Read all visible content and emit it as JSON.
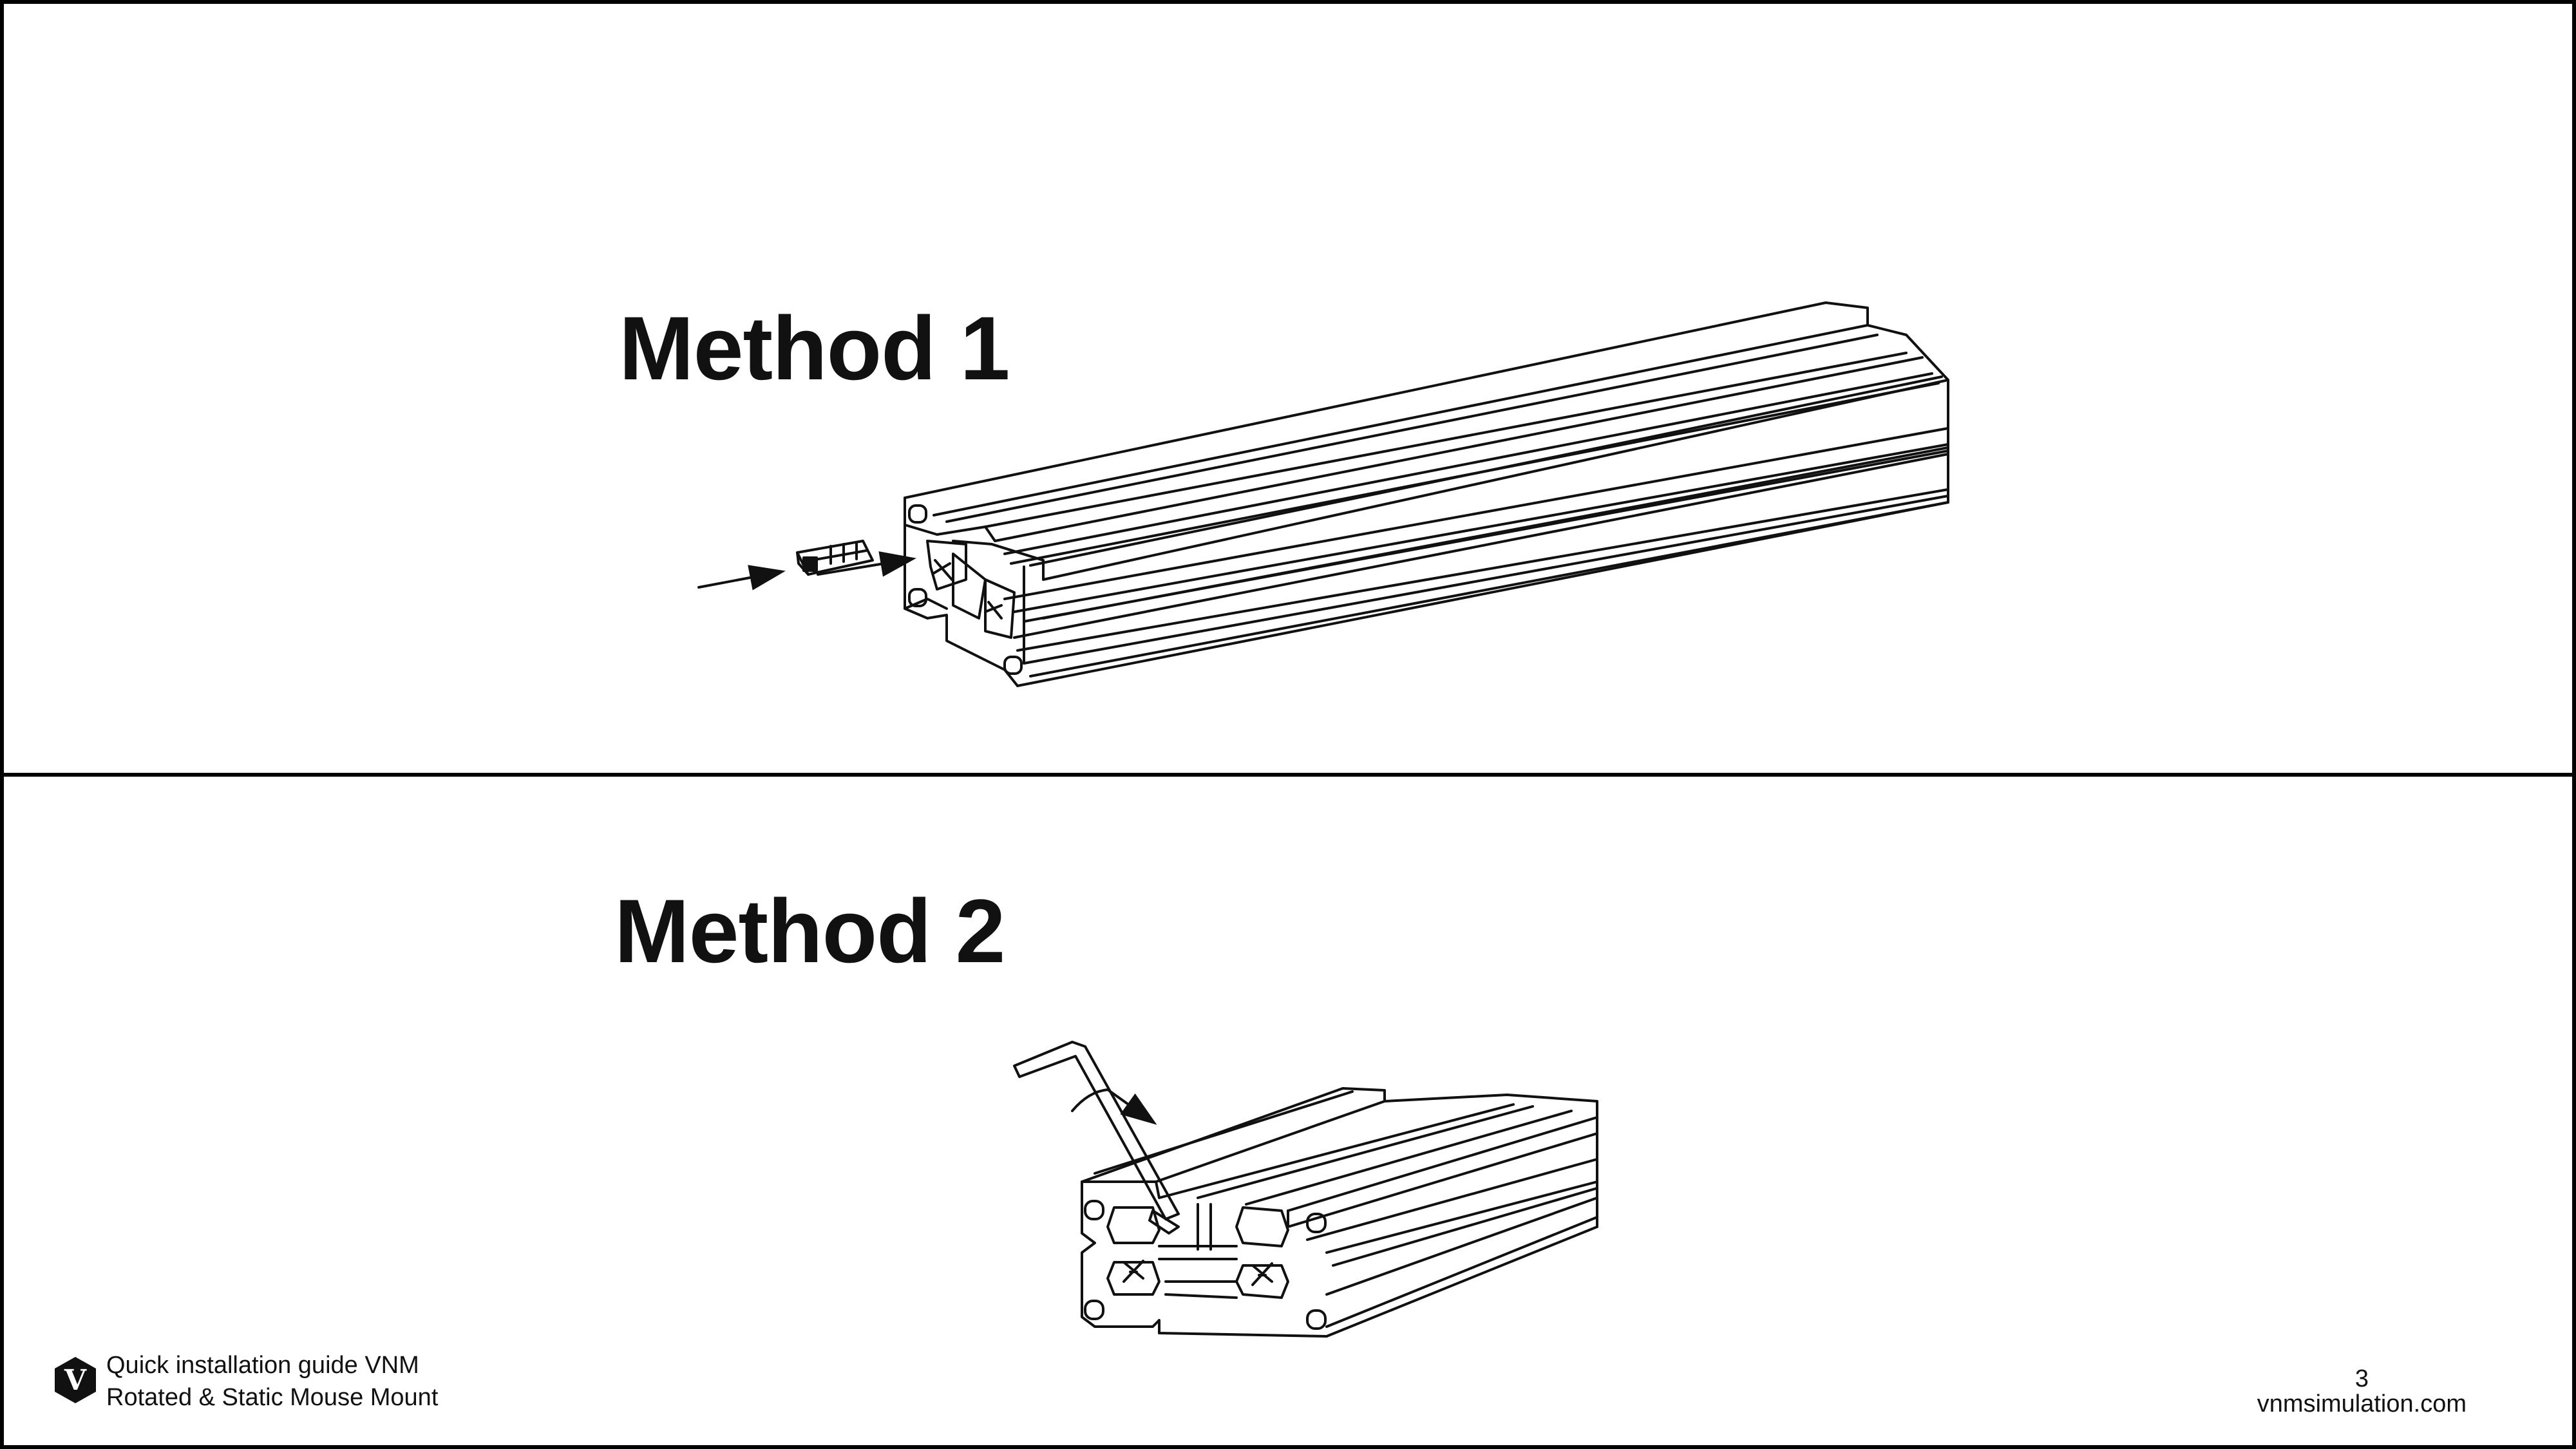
{
  "slide": {
    "method1_title": "Method 1",
    "method2_title": "Method 2"
  },
  "footer": {
    "logo_letter": "V",
    "guide_line1": "Quick installation guide VNM",
    "guide_line2": "Rotated & Static Mouse Mount",
    "page_number": "3",
    "website": "vnmsimulation.com"
  },
  "colors": {
    "ink": "#111111",
    "border": "#000000",
    "background": "#ffffff"
  }
}
